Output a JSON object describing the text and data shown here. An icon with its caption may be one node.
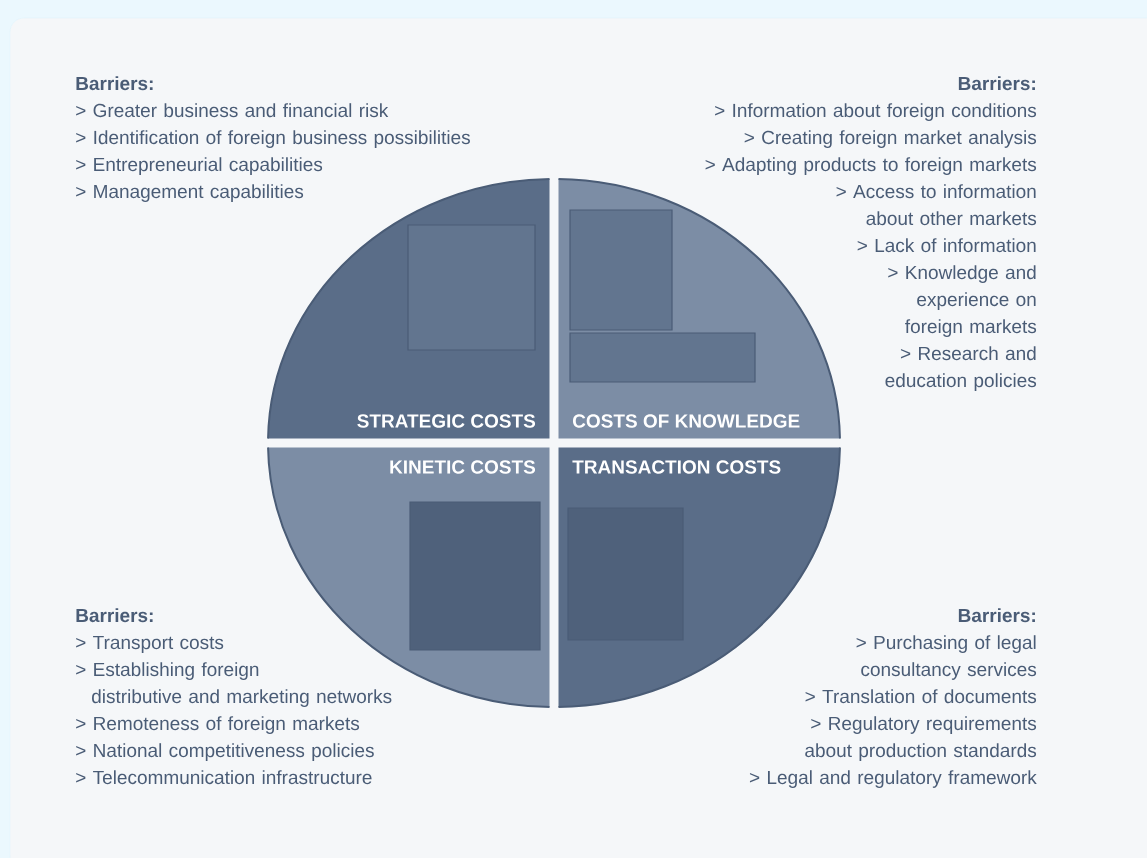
{
  "diagram": {
    "nodes": [
      {
        "text": [
          "STRATEGIC COSTS"
        ],
        "beside": [
          "Barriers:",
          "> Greater business and financial risk",
          "> Identification of foreign business possibilities",
          "> Entrepreneurial capabilities",
          "> Management capabilities"
        ]
      },
      {
        "text": [
          "COSTS OF KNOWLEDGE"
        ],
        "beside": [
          "Barriers:",
          "> Information about foreign conditions",
          "> Creating foreign market analysis",
          "> Adapting products to foreign markets",
          "> Access to information about other markets",
          "> Lack of information",
          "> Knowledge and experience on foreign markets",
          "> Research and education policies"
        ]
      },
      {
        "text": [
          "KINETIC COSTS"
        ],
        "beside": [
          "Barriers:",
          "> Transport costs",
          "> Establishing foreign distributive and marketing networks",
          "> Remoteness of foreign markets",
          "> National competitiveness policies",
          "> Telecommunication infrastructure"
        ]
      },
      {
        "text": [
          "TRANSACTION COSTS"
        ],
        "beside": [
          "Barriers:",
          "> Purchasing of legal consultancy services",
          "> Translation of documents",
          "> Regulatory requirements about production standards",
          "> Legal and regulatory framework"
        ]
      }
    ]
  }
}
